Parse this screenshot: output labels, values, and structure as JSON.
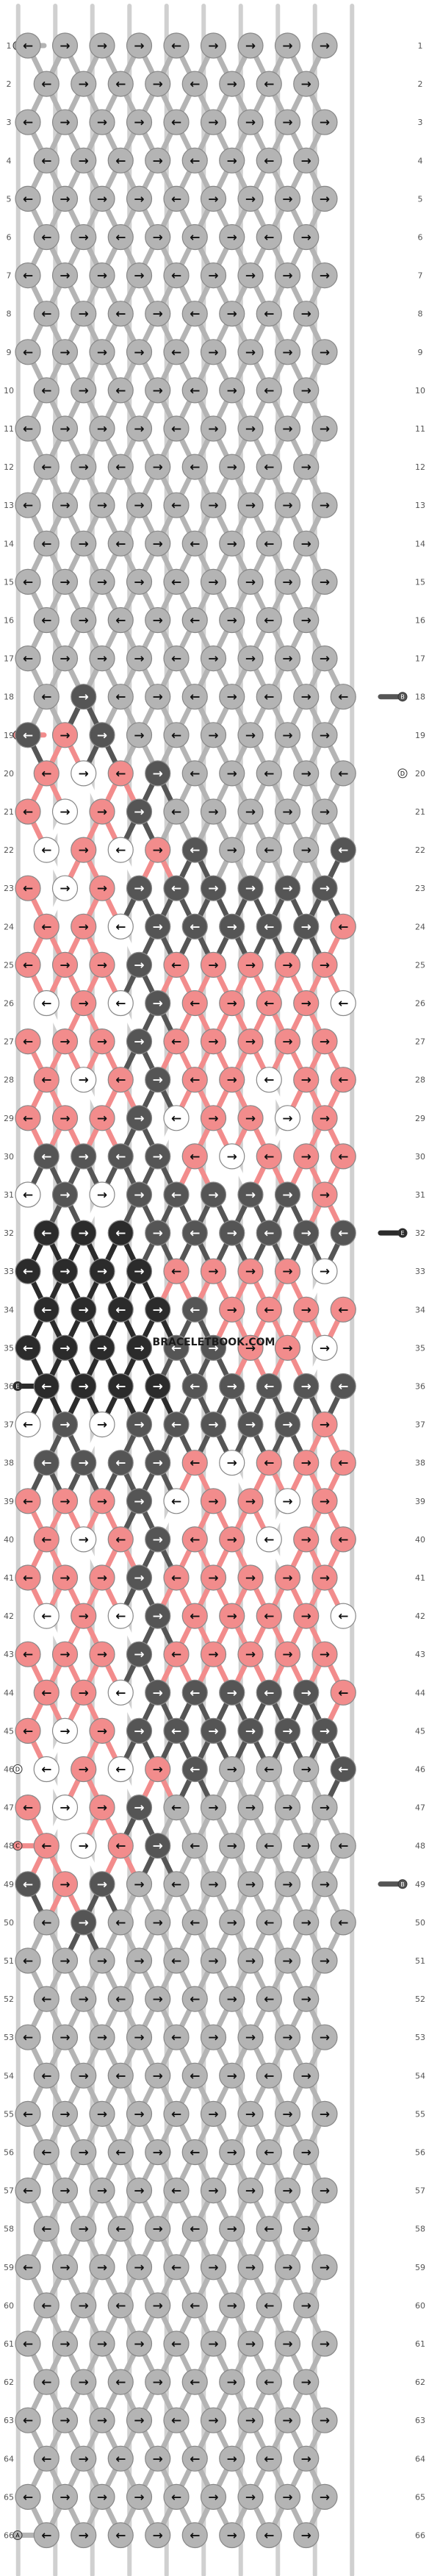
{
  "watermark": "BRACELETBOOK.COM",
  "colors": {
    "A": "#b4b4b4",
    "B": "#555555",
    "C": "#f28c8c",
    "D": "#ffffff",
    "E": "#2b2b2b"
  },
  "color_letters": [
    "A",
    "B",
    "C",
    "D",
    "E"
  ],
  "row_labels": [
    "1",
    "2",
    "3",
    "4",
    "5",
    "6",
    "7",
    "8",
    "9",
    "10",
    "11",
    "12",
    "13",
    "14",
    "15",
    "16",
    "17",
    "18",
    "19",
    "20",
    "21",
    "22",
    "23",
    "24",
    "25",
    "26",
    "27",
    "28",
    "29",
    "30",
    "31",
    "32",
    "33",
    "34",
    "35",
    "36",
    "37",
    "38",
    "39",
    "40",
    "41",
    "42",
    "43",
    "44",
    "45",
    "46",
    "47",
    "48",
    "49",
    "50",
    "51",
    "52",
    "53",
    "54",
    "55",
    "56",
    "57",
    "58",
    "59",
    "60",
    "61",
    "62",
    "63",
    "64",
    "65",
    "66"
  ],
  "strand_markers": [
    {
      "row": 1,
      "side": "left",
      "color": "A"
    },
    {
      "row": 18,
      "side": "right",
      "color": "B"
    },
    {
      "row": 19,
      "side": "left",
      "color": "C"
    },
    {
      "row": 20,
      "side": "right",
      "color": "D"
    },
    {
      "row": 32,
      "side": "right",
      "color": "E"
    },
    {
      "row": 36,
      "side": "left",
      "color": "E"
    },
    {
      "row": 46,
      "side": "left",
      "color": "D"
    },
    {
      "row": 48,
      "side": "left",
      "color": "C"
    },
    {
      "row": 49,
      "side": "right",
      "color": "B"
    },
    {
      "row": 66,
      "side": "left",
      "color": "A"
    }
  ],
  "marker_letters": {
    "A": "A",
    "B": "B",
    "C": "C",
    "D": "D",
    "E": "E"
  },
  "knot_rows": [
    "AAAAAAAAA",
    "AAAAAAAA",
    "AAAAAAAAA",
    "AAAAAAAA",
    "AAAAAAAAA",
    "AAAAAAAA",
    "AAAAAAAAA",
    "AAAAAAAA",
    "AAAAAAAAA",
    "AAAAAAAA",
    "AAAAAAAAA",
    "AAAAAAAA",
    "AAAAAAAAA",
    "AAAAAAAA",
    "AAAAAAAAA",
    "AAAAAAAA",
    "AAAAAAAAA",
    "ABAAAAAAA",
    "BCBAAAAAA",
    "CDCBAAAAA",
    "CDCBAAAAA",
    "DCDCBAAAB",
    "CDCBBBBBB",
    "CCDBBBBBC",
    "CCCBCCCCC",
    "DCDBCCCCD",
    "CCCBCCCCC",
    "CDCBCCDCC",
    "CCCBDCCDC",
    "BBBBCDCCC",
    "DBDBBBBBC",
    "EEEBBBBBB",
    "EEEECCCCD",
    "EEEEBCCCC",
    "EEEEBBCCD",
    "EEEEBBBBB",
    "DBDBBBBBC",
    "BBBBCDCCC",
    "CCCBDCCDC",
    "CDCBCCDCC",
    "CCCBCCCCC",
    "DCDBCCCCD",
    "CCCBCCCCC",
    "CCDBBBBBC",
    "CDCBBBBBB",
    "DCDCBAAAB",
    "CDCBAAAAA",
    "CDCBAAAAA",
    "BCBAAAAAA",
    "ABAAAAAAA",
    "AAAAAAAAA",
    "AAAAAAAA",
    "AAAAAAAAA",
    "AAAAAAAA",
    "AAAAAAAAA",
    "AAAAAAAA",
    "AAAAAAAAA",
    "AAAAAAAA",
    "AAAAAAAAA",
    "AAAAAAAA",
    "AAAAAAAAA",
    "AAAAAAAA",
    "AAAAAAAAA",
    "AAAAAAAA",
    "AAAAAAAAA",
    "AAAAAAAA"
  ],
  "arrows": {
    "odd_row": [
      "←",
      "→",
      "→",
      "→",
      "←",
      "→",
      "→",
      "→",
      "→"
    ],
    "even_row": [
      "←",
      "→",
      "←",
      "→",
      "←",
      "→",
      "←",
      "→"
    ]
  }
}
